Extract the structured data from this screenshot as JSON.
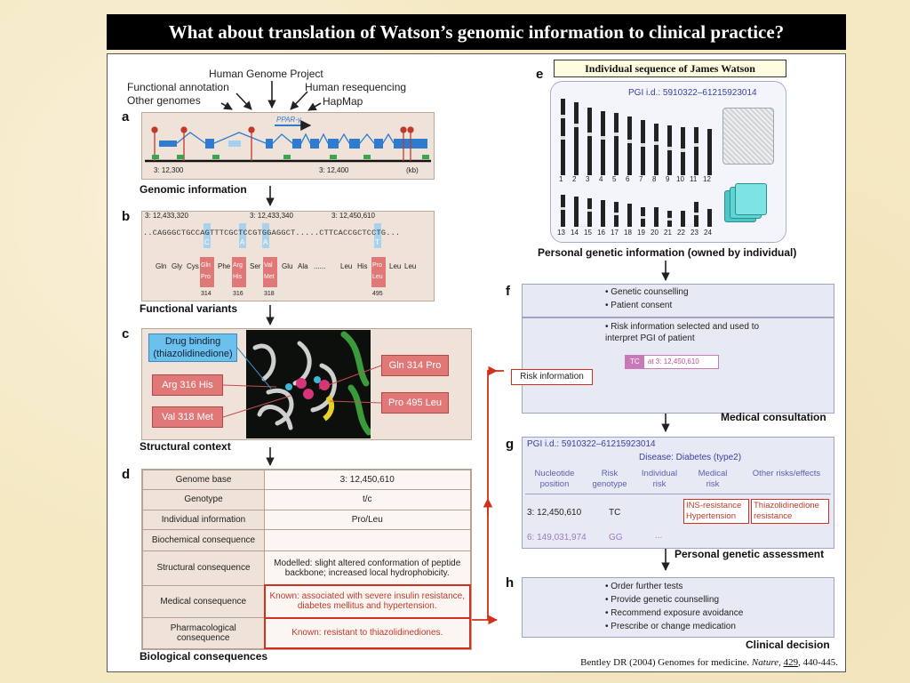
{
  "title": "What about translation of Watson’s genomic information to clinical practice?",
  "callout": "Individual sequence of James Watson",
  "citation": {
    "pre": "Bentley DR (2004) Genomes for medicine. ",
    "journal": "Nature",
    "sep": ", ",
    "volume": "429",
    "pages": ", 440-445."
  },
  "panel_a": {
    "letter": "a",
    "sources": [
      "Human Genome Project",
      "Functional annotation",
      "Human resequencing",
      "Other genomes",
      "HapMap"
    ],
    "gene_label": "PPAR-γ",
    "coord_left": "3: 12,300",
    "coord_right": "3: 12,400",
    "unit": "(kb)",
    "caption": "Genomic information"
  },
  "panel_b": {
    "letter": "b",
    "coords": [
      "3: 12,433,320",
      "3: 12,433,340",
      "3: 12,450,610"
    ],
    "sequence": "..CAGGGCTGCCAGTTTCGCTCCGTGGAGGCT.....CTTCACCGCTCCTG...",
    "variants": [
      "C",
      "A",
      "A",
      "T"
    ],
    "aa_left": [
      "Gln",
      "Gly",
      "Cys"
    ],
    "aa_items": [
      {
        "top": "Gln",
        "bottom": "Pro",
        "num": "314"
      },
      {
        "top": "Arg",
        "bottom": "His",
        "num": "316"
      },
      {
        "top": "Val",
        "bottom": "Met",
        "num": "318"
      },
      {
        "top": "Pro",
        "bottom": "Leu",
        "num": "495"
      }
    ],
    "aa_plain": [
      "Phe",
      "Ser",
      "Glu",
      "Ala",
      "......",
      "Leu",
      "His",
      "Leu",
      "Leu"
    ],
    "caption": "Functional variants"
  },
  "panel_c": {
    "letter": "c",
    "drug_binding": "Drug binding (thiazolidinedione)",
    "labels": [
      "Arg 316 His",
      "Val 318 Met",
      "Gln 314 Pro",
      "Pro 495 Leu"
    ],
    "caption": "Structural context"
  },
  "panel_d": {
    "letter": "d",
    "rows": [
      {
        "k": "Genome base",
        "v": "3: 12,450,610"
      },
      {
        "k": "Genotype",
        "v": "t/c"
      },
      {
        "k": "Individual information",
        "v": "Pro/Leu"
      },
      {
        "k": "Biochemical consequence",
        "v": ""
      },
      {
        "k": "Structural consequence",
        "v": "Modelled: slight altered conformation of peptide backbone; increased local hydrophobicity."
      },
      {
        "k": "Medical consequence",
        "v": "Known: associated with severe insulin resistance, diabetes mellitus and hypertension."
      },
      {
        "k": "Pharmacological consequence",
        "v": "Known: resistant to thiazolidinediones."
      }
    ],
    "caption": "Biological consequences"
  },
  "panel_e": {
    "letter": "e",
    "pgi": "PGI i.d.:  5910322–61215923014",
    "chrom_row1": [
      "1",
      "2",
      "3",
      "4",
      "5",
      "6",
      "7",
      "8",
      "9",
      "10",
      "11",
      "12"
    ],
    "chrom_row2": [
      "13",
      "14",
      "15",
      "16",
      "17",
      "18",
      "19",
      "20",
      "21",
      "22",
      "23",
      "24"
    ],
    "caption": "Personal genetic information (owned by individual)"
  },
  "panel_f": {
    "letter": "f",
    "bullets_top": [
      "Genetic counselling",
      "Patient consent"
    ],
    "bullet_mid": "Risk information selected and used to interpret PGI of patient",
    "tag_tc": "TC",
    "tag_coord": "at 3: 12,450,610",
    "risk_info": "Risk information",
    "caption": "Medical consultation"
  },
  "panel_g": {
    "letter": "g",
    "pgi": "PGI i.d.:  5910322–61215923014",
    "disease": "Disease:  Diabetes (type2)",
    "headers": [
      "Nucleotide position",
      "Risk genotype",
      "Individual risk",
      "Medical risk",
      "Other risks/effects"
    ],
    "row1": {
      "pos": "3:  12,450,610",
      "geno": "TC",
      "medical": "INS-resistance Hypertension",
      "other": "Thiazolidinedione resistance"
    },
    "row2": {
      "pos": "6: 149,031,974",
      "geno": "GG",
      "ind": "..."
    },
    "caption": "Personal genetic assessment"
  },
  "panel_h": {
    "letter": "h",
    "bullets": [
      "Order further tests",
      "Provide genetic counselling",
      "Recommend exposure avoidance",
      "Prescribe or change medication"
    ],
    "caption": "Clinical decision"
  },
  "colors": {
    "accent_red": "#d0301e",
    "panel_tan": "#efe2d8",
    "panel_blue": "#e7e9f4",
    "label_red": "#e07878",
    "label_blue": "#6cc0ee"
  }
}
